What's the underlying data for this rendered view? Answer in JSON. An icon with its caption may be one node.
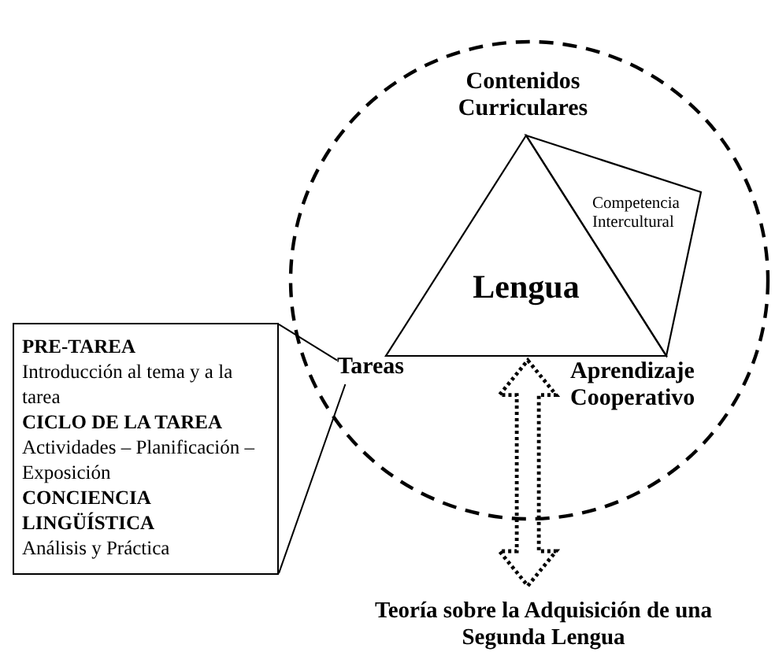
{
  "diagram": {
    "nodes": [
      {
        "text": [],
        "shape": "circle"
      },
      {
        "text": [
          "Lengua"
        ],
        "in": 0
      },
      {
        "text": [
          "Contenidos Curriculares"
        ],
        "in": 0
      },
      {
        "text": [
          "Competencia Intercultural"
        ],
        "in": 0
      },
      {
        "text": [
          "Tareas"
        ],
        "in": 0
      },
      {
        "text": [
          "Aprendizaje Cooperativo"
        ],
        "in": 0
      },
      {
        "text": [
          "PRE-TAREA",
          "Introducción al tema y a la tarea",
          "CICLO DE LA TAREA",
          "Actividades – Planificación – Exposición",
          "CONCIENCIA LINGÜÍSTICA",
          "Análisis y Práctica"
        ]
      },
      {
        "text": [
          "Teoría sobre la Adquisición de una Segunda Lengua"
        ]
      }
    ],
    "edges": [
      {
        "from": 6,
        "to": 4,
        "arrow": "none"
      },
      {
        "from": 6,
        "to": 4,
        "arrow": "none"
      },
      {
        "from": 1,
        "to": 7,
        "arrow": "both",
        "style": "dashed"
      }
    ]
  }
}
